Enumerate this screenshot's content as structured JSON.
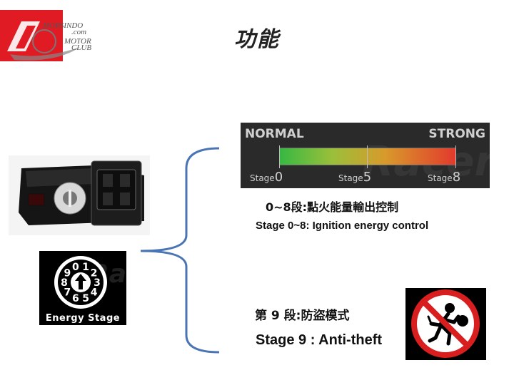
{
  "title": "功能",
  "logo": {
    "line1": "MORSINDO",
    "line2": ".com",
    "line3": "MOTOR",
    "line4": "CLUB"
  },
  "stage_panel": {
    "left_label": "NORMAL",
    "right_label": "STRONG",
    "stage_word": "Stage",
    "ticks": [
      "0",
      "5",
      "8"
    ],
    "watermark": "Racer"
  },
  "energy_dial": {
    "label": "Energy Stage",
    "digits": [
      "0",
      "1",
      "2",
      "3",
      "4",
      "5",
      "6",
      "7",
      "8",
      "9"
    ]
  },
  "stage_0_8": {
    "cn": "0~8段:點火能量輸出控制",
    "en": "Stage 0~8: Ignition energy control"
  },
  "stage_9": {
    "cn": "第 9 段:防盜模式",
    "en": "Stage 9 : Anti-theft"
  },
  "colors": {
    "logo_red": "#e01b23",
    "brace_blue": "#4a74b4",
    "sign_red": "#d81e1e",
    "gradient": [
      "#36b843",
      "#d89a2c",
      "#e23a2c"
    ]
  }
}
